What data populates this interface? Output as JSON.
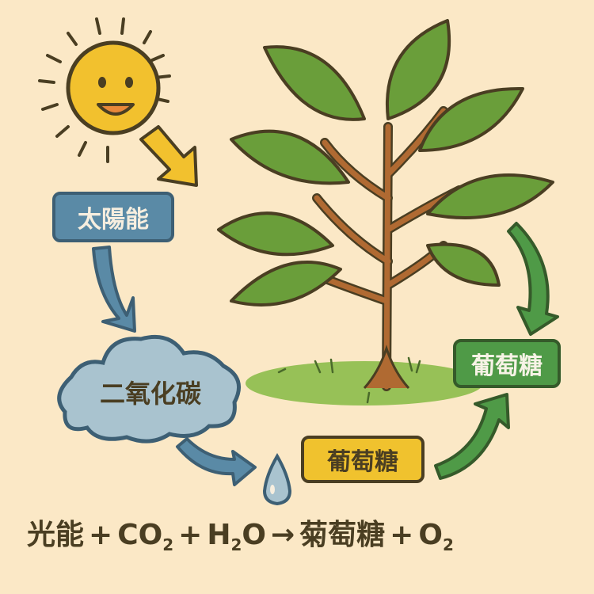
{
  "diagram": {
    "topic": "photosynthesis",
    "labels": {
      "solar_energy": "太陽能",
      "carbon_dioxide": "二氧化碳",
      "glucose_yellow": "葡萄糖",
      "glucose_green": "葡萄糖"
    },
    "equation": {
      "light_energy": "光能",
      "plus1": "+",
      "co2_base": "CO",
      "co2_sub": "2",
      "plus2": "+",
      "h2o_h": "H",
      "h2o_sub": "2",
      "h2o_o": "O",
      "arrow": "→",
      "glucose": "菊萄糖",
      "plus3": "+",
      "o2_base": "O",
      "o2_sub": "2"
    },
    "icons": [
      "smiling-sun-icon",
      "water-drop-icon",
      "tree-icon",
      "cloud-icon"
    ],
    "colors": {
      "background": "#fbe8c6",
      "sun": "#f2c12e",
      "blue_label": "#5a8aa6",
      "cloud": "#a9c3cf",
      "yellow_label": "#f0c22e",
      "green_label": "#4f9a47",
      "leaf": "#6a9e3a",
      "trunk": "#b06a32",
      "outline": "#4a3e22"
    }
  }
}
